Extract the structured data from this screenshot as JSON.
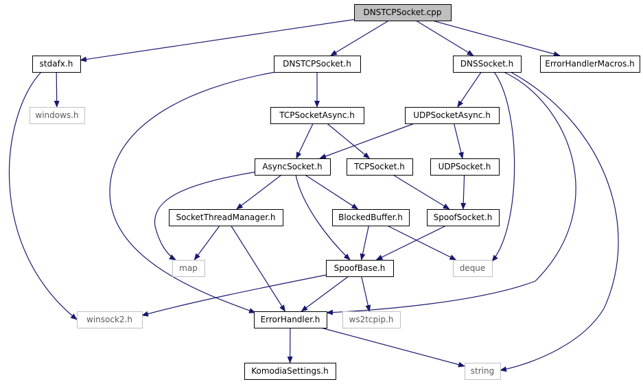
{
  "diagram": {
    "nodes": [
      {
        "id": "n_dnstcp_cpp",
        "label": "DNSTCPSocket.cpp",
        "style": "root"
      },
      {
        "id": "n_stdafx",
        "label": "stdafx.h",
        "style": "normal"
      },
      {
        "id": "n_dnstcp_h",
        "label": "DNSTCPSocket.h",
        "style": "normal"
      },
      {
        "id": "n_dnssocket",
        "label": "DNSSocket.h",
        "style": "normal"
      },
      {
        "id": "n_errmacros",
        "label": "ErrorHandlerMacros.h",
        "style": "normal"
      },
      {
        "id": "n_windows",
        "label": "windows.h",
        "style": "external"
      },
      {
        "id": "n_tcpasync",
        "label": "TCPSocketAsync.h",
        "style": "normal"
      },
      {
        "id": "n_udpasync",
        "label": "UDPSocketAsync.h",
        "style": "normal"
      },
      {
        "id": "n_async",
        "label": "AsyncSocket.h",
        "style": "normal"
      },
      {
        "id": "n_tcpsocket",
        "label": "TCPSocket.h",
        "style": "normal"
      },
      {
        "id": "n_udpsocket",
        "label": "UDPSocket.h",
        "style": "normal"
      },
      {
        "id": "n_threadmgr",
        "label": "SocketThreadManager.h",
        "style": "normal"
      },
      {
        "id": "n_blocked",
        "label": "BlockedBuffer.h",
        "style": "normal"
      },
      {
        "id": "n_spoofsock",
        "label": "SpoofSocket.h",
        "style": "normal"
      },
      {
        "id": "n_map",
        "label": "map",
        "style": "external"
      },
      {
        "id": "n_deque",
        "label": "deque",
        "style": "external"
      },
      {
        "id": "n_spoofbase",
        "label": "SpoofBase.h",
        "style": "normal"
      },
      {
        "id": "n_winsock2",
        "label": "winsock2.h",
        "style": "external"
      },
      {
        "id": "n_errhandler",
        "label": "ErrorHandler.h",
        "style": "normal"
      },
      {
        "id": "n_ws2tcpip",
        "label": "ws2tcpip.h",
        "style": "external"
      },
      {
        "id": "n_komodia",
        "label": "KomodiaSettings.h",
        "style": "normal"
      },
      {
        "id": "n_string",
        "label": "string",
        "style": "external"
      }
    ],
    "edges": [
      {
        "from": "n_dnstcp_cpp",
        "to": "n_stdafx"
      },
      {
        "from": "n_dnstcp_cpp",
        "to": "n_dnstcp_h"
      },
      {
        "from": "n_dnstcp_cpp",
        "to": "n_dnssocket"
      },
      {
        "from": "n_dnstcp_cpp",
        "to": "n_errmacros"
      },
      {
        "from": "n_stdafx",
        "to": "n_windows"
      },
      {
        "from": "n_stdafx",
        "to": "n_winsock2"
      },
      {
        "from": "n_dnstcp_h",
        "to": "n_tcpasync"
      },
      {
        "from": "n_dnstcp_h",
        "to": "n_errhandler"
      },
      {
        "from": "n_dnssocket",
        "to": "n_udpasync"
      },
      {
        "from": "n_dnssocket",
        "to": "n_deque"
      },
      {
        "from": "n_dnssocket",
        "to": "n_errhandler"
      },
      {
        "from": "n_dnssocket",
        "to": "n_string"
      },
      {
        "from": "n_tcpasync",
        "to": "n_async"
      },
      {
        "from": "n_tcpasync",
        "to": "n_tcpsocket"
      },
      {
        "from": "n_udpasync",
        "to": "n_async"
      },
      {
        "from": "n_udpasync",
        "to": "n_udpsocket"
      },
      {
        "from": "n_async",
        "to": "n_threadmgr"
      },
      {
        "from": "n_async",
        "to": "n_map"
      },
      {
        "from": "n_async",
        "to": "n_blocked"
      },
      {
        "from": "n_async",
        "to": "n_spoofbase"
      },
      {
        "from": "n_tcpsocket",
        "to": "n_spoofsock"
      },
      {
        "from": "n_udpsocket",
        "to": "n_spoofsock"
      },
      {
        "from": "n_threadmgr",
        "to": "n_map"
      },
      {
        "from": "n_threadmgr",
        "to": "n_errhandler"
      },
      {
        "from": "n_blocked",
        "to": "n_spoofbase"
      },
      {
        "from": "n_blocked",
        "to": "n_deque"
      },
      {
        "from": "n_spoofsock",
        "to": "n_spoofbase"
      },
      {
        "from": "n_spoofbase",
        "to": "n_winsock2"
      },
      {
        "from": "n_spoofbase",
        "to": "n_errhandler"
      },
      {
        "from": "n_spoofbase",
        "to": "n_ws2tcpip"
      },
      {
        "from": "n_errhandler",
        "to": "n_komodia"
      },
      {
        "from": "n_errhandler",
        "to": "n_string"
      }
    ]
  },
  "colors": {
    "edge": "#191970",
    "root_fill": "#bfbfbf",
    "node_border": "#000000",
    "external_border": "#bfbfbf",
    "external_text": "#5a5a5a",
    "text": "#000000",
    "background": "#ffffff"
  }
}
